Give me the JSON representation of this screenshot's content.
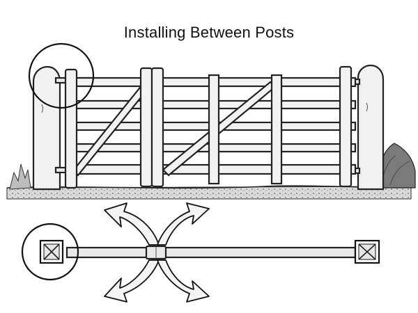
{
  "title": "Installing Between Posts",
  "colors": {
    "ink": "#222222",
    "wood": "#f2f2f2",
    "paper": "#ffffff"
  },
  "views": {
    "elevation": "five-bar gate hung between two posts",
    "plan": "top view with swing arrows"
  }
}
